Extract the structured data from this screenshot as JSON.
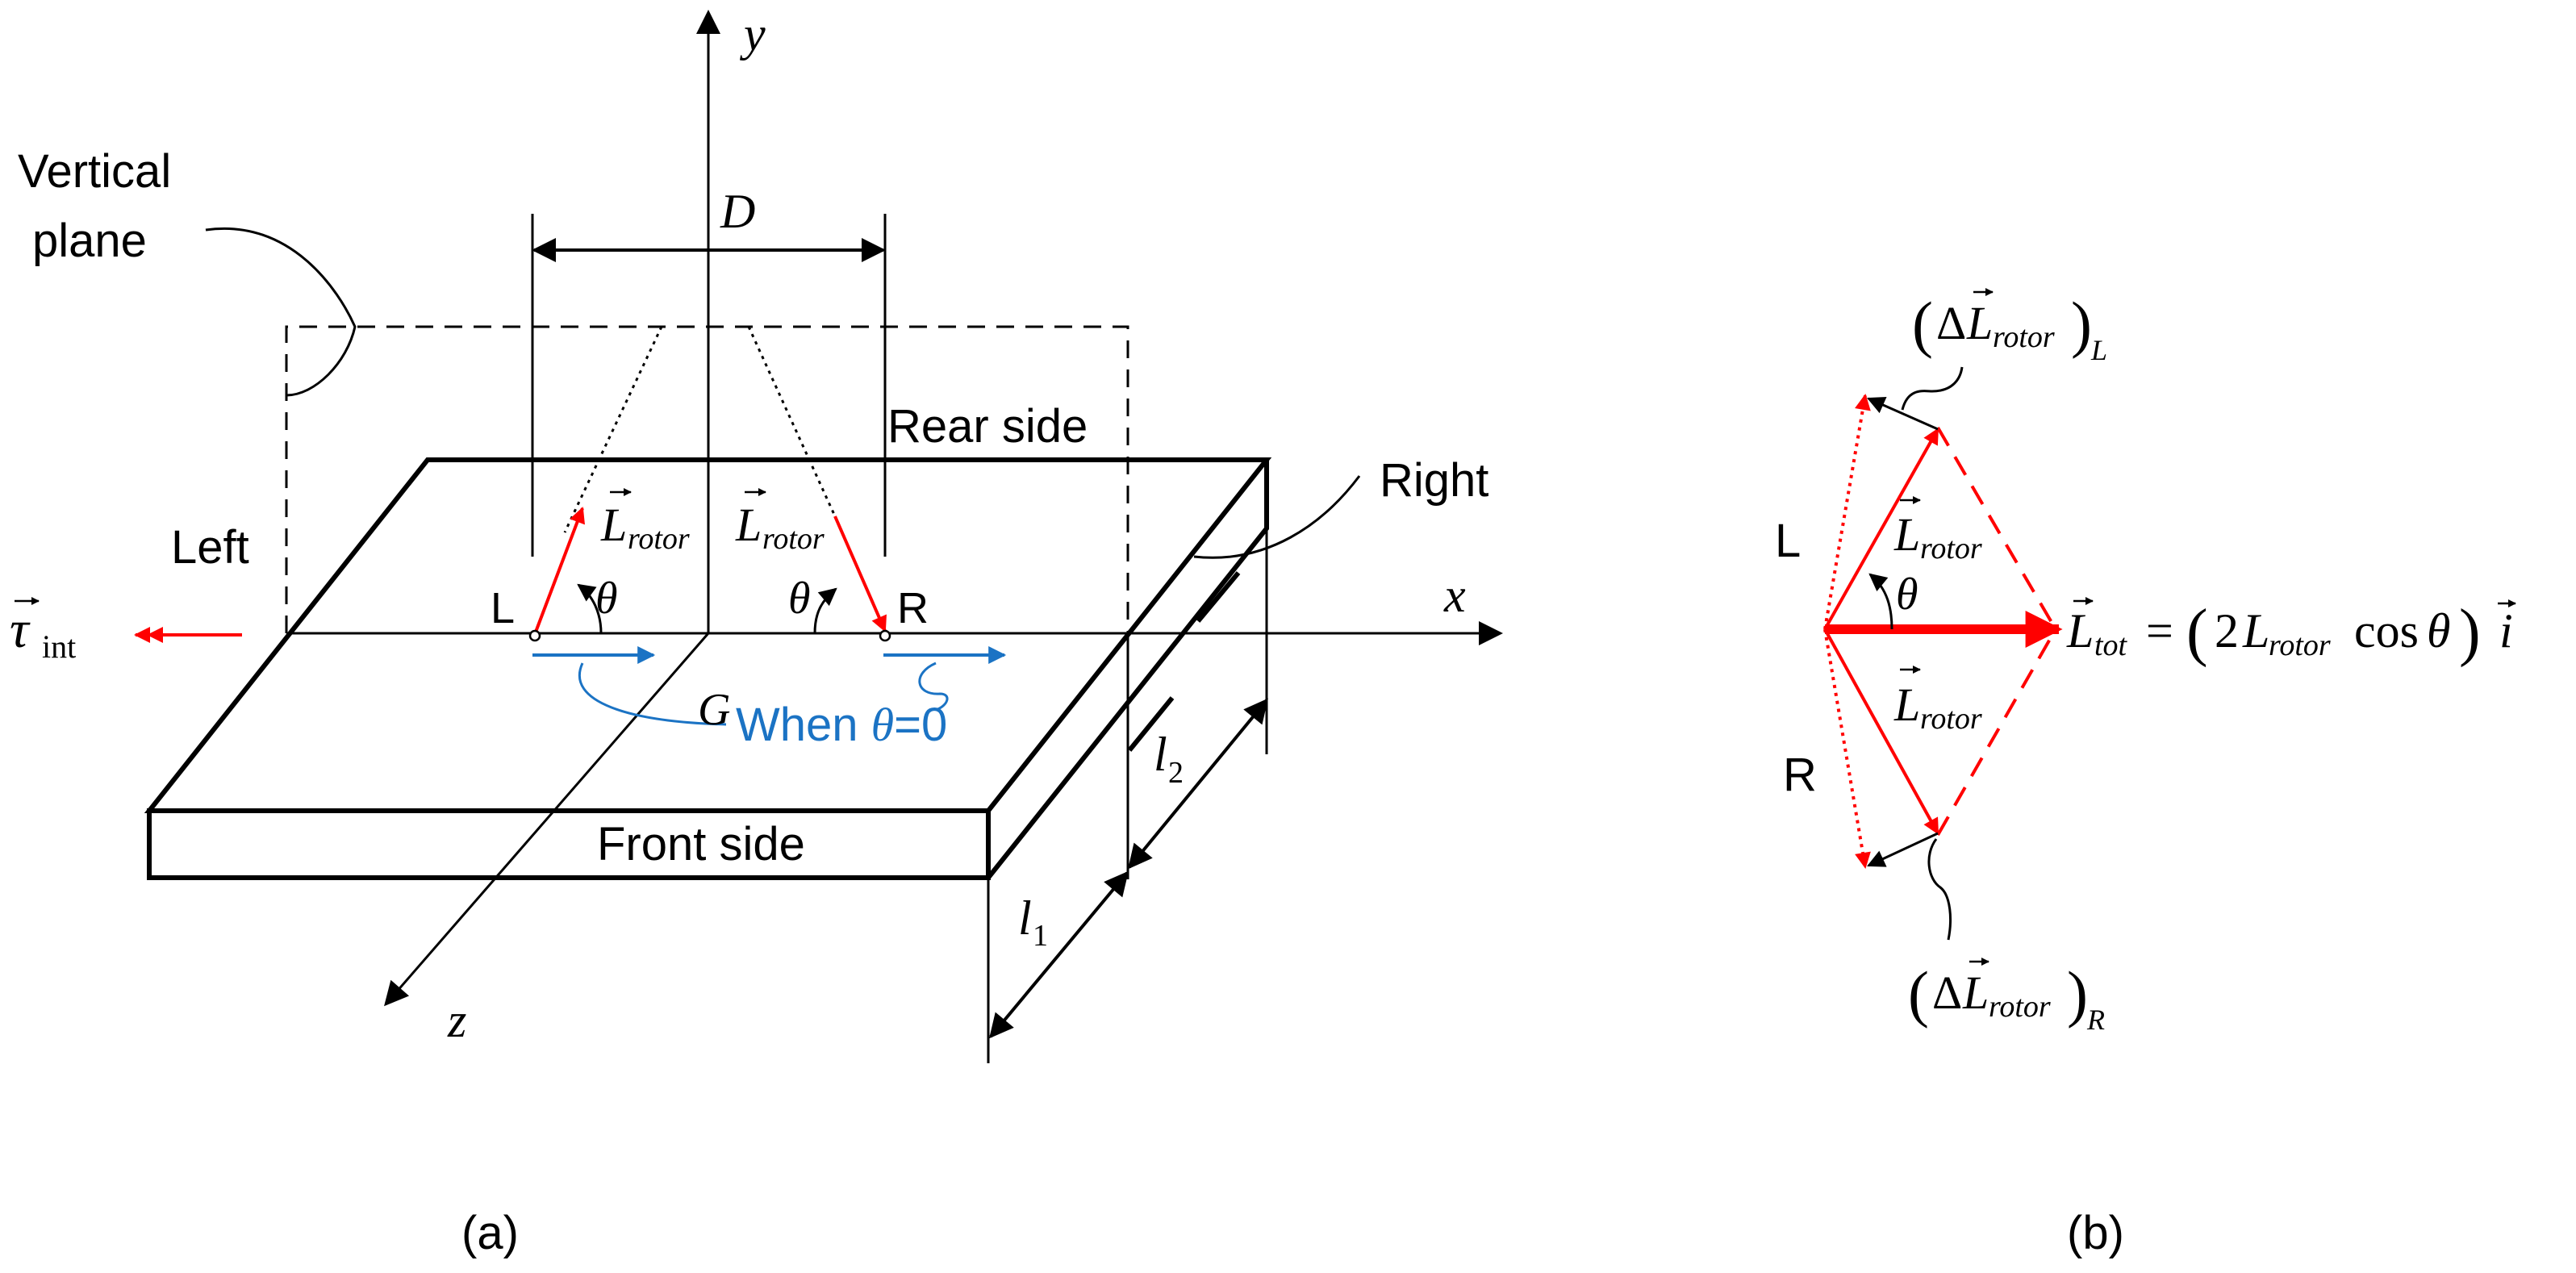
{
  "panel_a": {
    "caption": "(a)",
    "label_vertical_plane_1": "Vertical",
    "label_vertical_plane_2": "plane",
    "label_rear_side": "Rear side",
    "label_front_side": "Front side",
    "label_left": "Left",
    "label_right": "Right",
    "label_L": "L",
    "label_R": "R",
    "label_G": "G",
    "label_D": "D",
    "axis_x": "x",
    "axis_y": "y",
    "axis_z": "z",
    "theta": "θ",
    "L_vec": "L",
    "rotor_sub": "rotor",
    "tau": "τ",
    "tau_sub": "int",
    "when_text": "When ",
    "when_theta": "θ",
    "when_value": "=0",
    "l1": "l",
    "l1_sub": "1",
    "l2": "l",
    "l2_sub": "2"
  },
  "panel_b": {
    "caption": "(b)",
    "label_L": "L",
    "label_R": "R",
    "theta": "θ",
    "L_vec": "L",
    "rotor_sub": "rotor",
    "delta": "Δ",
    "delta_sub_L": "L",
    "delta_sub_R": "R",
    "tot_sub": "tot",
    "equation_eq": "=",
    "equation_two": "2",
    "equation_cos": "cos",
    "equation_i": "i",
    "paren_open": "(",
    "paren_close": ")"
  },
  "colors": {
    "black": "#000000",
    "red": "#ff0000",
    "blue": "#1b73c4"
  }
}
